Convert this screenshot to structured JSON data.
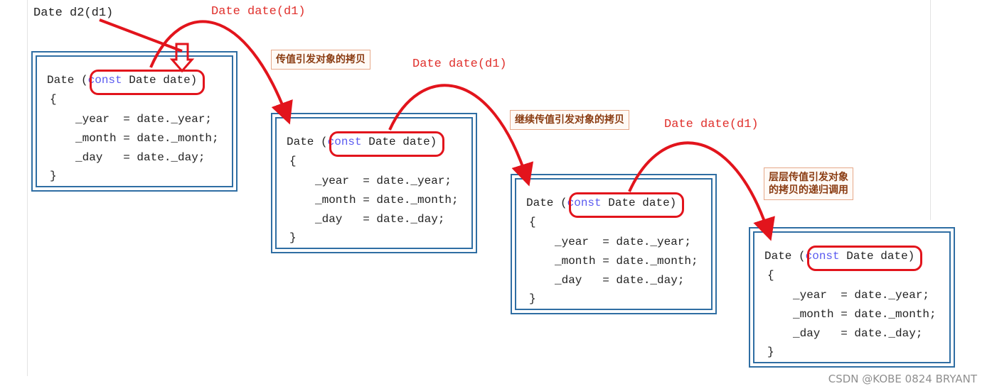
{
  "header": {
    "code": "Date d2(d1)"
  },
  "labels": {
    "copy_call": "Date date(d1)"
  },
  "notes": [
    "传值引发对象的拷贝",
    "继续传值引发对象的拷贝",
    "层层传值引发对象\n的拷贝的递归调用"
  ],
  "constructor": {
    "name": "Date",
    "open_paren": "(",
    "close_paren": ")",
    "keyword": "const",
    "param": "Date date",
    "brace_open": "{",
    "brace_close": "}",
    "body": [
      "_year  = date._year;",
      "_month = date._month;",
      "_day   = date._day;"
    ]
  },
  "colors": {
    "frame": "#2f6ea3",
    "highlight": "#e2141c",
    "keyword": "#5a5af0",
    "label": "#e0302c"
  },
  "watermark": "CSDN @KOBE 0824 BRYANT"
}
